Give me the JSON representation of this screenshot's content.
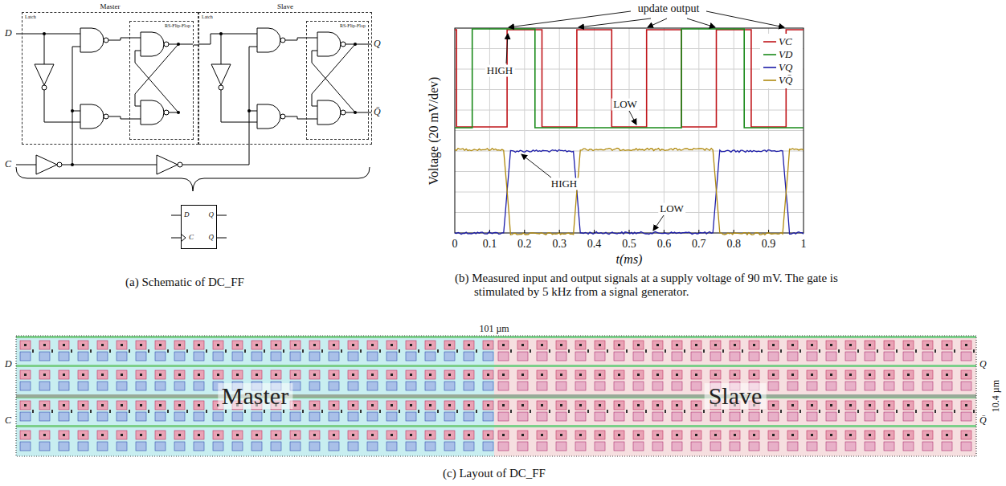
{
  "diagram": {
    "nodes": [
      {
        "text": [
          "Master",
          "Latch"
        ]
      },
      {
        "text": [
          "RS-Flip-Flop"
        ],
        "in": 0
      },
      {
        "text": [
          "Slave",
          "Latch"
        ]
      },
      {
        "text": [
          "RS-Flip-Flop"
        ],
        "in": 2
      },
      {
        "text": [
          "D",
          "Q",
          "C",
          "Q̄"
        ]
      },
      {
        "text": [
          "Master"
        ]
      },
      {
        "text": [
          "Slave"
        ]
      }
    ],
    "edges": [
      {
        "from": 1,
        "to": 2,
        "arrow": "none"
      }
    ],
    "labels": [
      "D",
      "C",
      "Q",
      "Q̄",
      "update output",
      "HIGH",
      "LOW",
      "HIGH",
      "LOW",
      "Voltage (20 mV/dev)",
      "t(ms)",
      "0",
      "0.1",
      "0.2",
      "0.3",
      "0.4",
      "0.5",
      "0.6",
      "0.7",
      "0.8",
      "0.9",
      "1",
      "(a) Schematic of DC_FF",
      "(b) Measured input and output signals at a supply voltage of 90 mV. The gate is stimulated by 5 kHz from a signal generator.",
      "(c) Layout of DC_FF",
      "101 µm",
      "10.4 µm",
      "D",
      "C",
      "Q",
      "Q̄"
    ],
    "legend": [
      {
        "text": "VC"
      },
      {
        "text": "VD"
      },
      {
        "text": "VQ"
      },
      {
        "text": "VQ̄"
      }
    ]
  }
}
